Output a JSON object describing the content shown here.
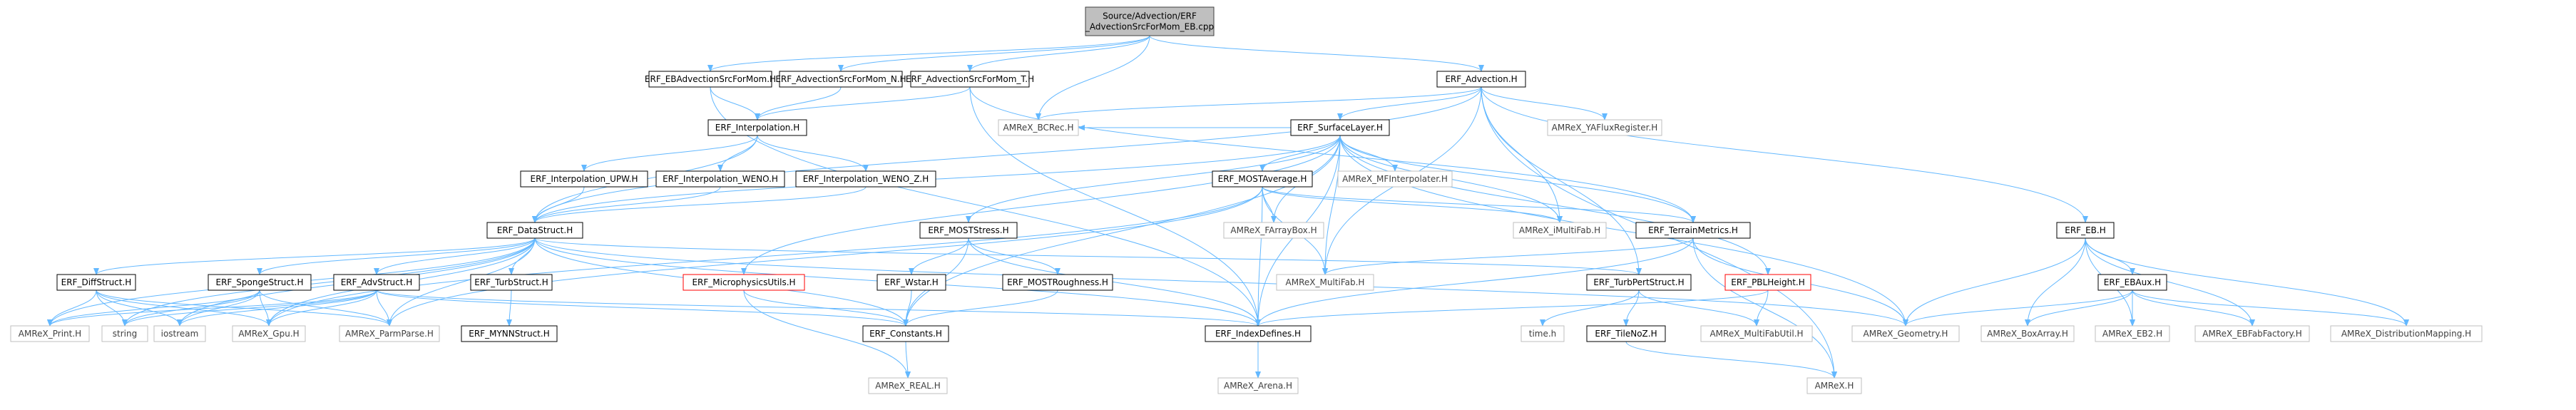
{
  "nodes": [
    {
      "id": "root",
      "label": "Source/Advection/ERF\n_AdvectionSrcForMom_EB.cpp",
      "style": "root"
    },
    {
      "id": "ebsrc",
      "label": "ERF_EBAdvectionSrcForMom.H",
      "style": "normal"
    },
    {
      "id": "srcN",
      "label": "ERF_AdvectionSrcForMom_N.H",
      "style": "normal"
    },
    {
      "id": "srcT",
      "label": "ERF_AdvectionSrcForMom_T.H",
      "style": "normal"
    },
    {
      "id": "adv",
      "label": "ERF_Advection.H",
      "style": "normal"
    },
    {
      "id": "interp",
      "label": "ERF_Interpolation.H",
      "style": "normal"
    },
    {
      "id": "bcrec",
      "label": "AMReX_BCRec.H",
      "style": "gray"
    },
    {
      "id": "surf",
      "label": "ERF_SurfaceLayer.H",
      "style": "normal"
    },
    {
      "id": "yaflux",
      "label": "AMReX_YAFluxRegister.H",
      "style": "gray"
    },
    {
      "id": "upw",
      "label": "ERF_Interpolation_UPW.H",
      "style": "normal"
    },
    {
      "id": "weno",
      "label": "ERF_Interpolation_WENO.H",
      "style": "normal"
    },
    {
      "id": "wenoz",
      "label": "ERF_Interpolation_WENO_Z.H",
      "style": "normal"
    },
    {
      "id": "mostavg",
      "label": "ERF_MOSTAverage.H",
      "style": "normal"
    },
    {
      "id": "mfinterp",
      "label": "AMReX_MFInterpolater.H",
      "style": "gray"
    },
    {
      "id": "eb",
      "label": "ERF_EB.H",
      "style": "normal"
    },
    {
      "id": "datastruct",
      "label": "ERF_DataStruct.H",
      "style": "normal"
    },
    {
      "id": "farray",
      "label": "AMReX_FArrayBox.H",
      "style": "gray"
    },
    {
      "id": "imf",
      "label": "AMReX_iMultiFab.H",
      "style": "gray"
    },
    {
      "id": "terrain",
      "label": "ERF_TerrainMetrics.H",
      "style": "normal"
    },
    {
      "id": "moststress",
      "label": "ERF_MOSTStress.H",
      "style": "normal"
    },
    {
      "id": "diff",
      "label": "ERF_DiffStruct.H",
      "style": "normal"
    },
    {
      "id": "sponge",
      "label": "ERF_SpongeStruct.H",
      "style": "normal"
    },
    {
      "id": "advs",
      "label": "ERF_AdvStruct.H",
      "style": "normal"
    },
    {
      "id": "turbs",
      "label": "ERF_TurbStruct.H",
      "style": "normal"
    },
    {
      "id": "micro",
      "label": "ERF_MicrophysicsUtils.H",
      "style": "red"
    },
    {
      "id": "wstar",
      "label": "ERF_Wstar.H",
      "style": "normal"
    },
    {
      "id": "mostrough",
      "label": "ERF_MOSTRoughness.H",
      "style": "normal"
    },
    {
      "id": "multifab",
      "label": "AMReX_MultiFab.H",
      "style": "gray"
    },
    {
      "id": "turbpert",
      "label": "ERF_TurbPertStruct.H",
      "style": "normal"
    },
    {
      "id": "pbl",
      "label": "ERF_PBLHeight.H",
      "style": "red"
    },
    {
      "id": "ebaux",
      "label": "ERF_EBAux.H",
      "style": "normal"
    },
    {
      "id": "print",
      "label": "AMReX_Print.H",
      "style": "gray"
    },
    {
      "id": "string",
      "label": "string",
      "style": "gray"
    },
    {
      "id": "iostream",
      "label": "iostream",
      "style": "gray"
    },
    {
      "id": "gpu",
      "label": "AMReX_Gpu.H",
      "style": "gray"
    },
    {
      "id": "parmparse",
      "label": "AMReX_ParmParse.H",
      "style": "gray"
    },
    {
      "id": "mynn",
      "label": "ERF_MYNNStruct.H",
      "style": "normal"
    },
    {
      "id": "constants",
      "label": "ERF_Constants.H",
      "style": "normal"
    },
    {
      "id": "index",
      "label": "ERF_IndexDefines.H",
      "style": "normal"
    },
    {
      "id": "timeh",
      "label": "time.h",
      "style": "gray"
    },
    {
      "id": "tilenoz",
      "label": "ERF_TileNoZ.H",
      "style": "normal"
    },
    {
      "id": "mfutil",
      "label": "AMReX_MultiFabUtil.H",
      "style": "gray"
    },
    {
      "id": "geometry",
      "label": "AMReX_Geometry.H",
      "style": "gray"
    },
    {
      "id": "boxarray",
      "label": "AMReX_BoxArray.H",
      "style": "gray"
    },
    {
      "id": "eb2",
      "label": "AMReX_EB2.H",
      "style": "gray"
    },
    {
      "id": "ebfab",
      "label": "AMReX_EBFabFactory.H",
      "style": "gray"
    },
    {
      "id": "distmap",
      "label": "AMReX_DistributionMapping.H",
      "style": "gray"
    },
    {
      "id": "real",
      "label": "AMReX_REAL.H",
      "style": "gray"
    },
    {
      "id": "arena",
      "label": "AMReX_Arena.H",
      "style": "gray"
    },
    {
      "id": "amrex",
      "label": "AMReX.H",
      "style": "gray"
    }
  ],
  "edges": [
    [
      "root",
      "ebsrc"
    ],
    [
      "root",
      "srcN"
    ],
    [
      "root",
      "srcT"
    ],
    [
      "root",
      "adv"
    ],
    [
      "root",
      "bcrec"
    ],
    [
      "ebsrc",
      "interp"
    ],
    [
      "ebsrc",
      "index"
    ],
    [
      "srcN",
      "interp"
    ],
    [
      "srcT",
      "interp"
    ],
    [
      "srcT",
      "terrain"
    ],
    [
      "srcT",
      "index"
    ],
    [
      "adv",
      "bcrec"
    ],
    [
      "adv",
      "surf"
    ],
    [
      "adv",
      "yaflux"
    ],
    [
      "adv",
      "eb"
    ],
    [
      "adv",
      "datastruct"
    ],
    [
      "adv",
      "imf"
    ],
    [
      "adv",
      "multifab"
    ],
    [
      "adv",
      "turbpert"
    ],
    [
      "adv",
      "amrex"
    ],
    [
      "interp",
      "upw"
    ],
    [
      "interp",
      "weno"
    ],
    [
      "interp",
      "wenoz"
    ],
    [
      "interp",
      "datastruct"
    ],
    [
      "upw",
      "datastruct"
    ],
    [
      "weno",
      "datastruct"
    ],
    [
      "wenoz",
      "datastruct"
    ],
    [
      "surf",
      "bcrec"
    ],
    [
      "surf",
      "mfinterp"
    ],
    [
      "surf",
      "mostavg"
    ],
    [
      "surf",
      "datastruct"
    ],
    [
      "surf",
      "farray"
    ],
    [
      "surf",
      "imf"
    ],
    [
      "surf",
      "terrain"
    ],
    [
      "surf",
      "moststress"
    ],
    [
      "surf",
      "micro"
    ],
    [
      "surf",
      "multifab"
    ],
    [
      "surf",
      "pbl"
    ],
    [
      "surf",
      "constants"
    ],
    [
      "surf",
      "index"
    ],
    [
      "surf",
      "geometry"
    ],
    [
      "mostavg",
      "farray"
    ],
    [
      "mostavg",
      "imf"
    ],
    [
      "mostavg",
      "terrain"
    ],
    [
      "mostavg",
      "multifab"
    ],
    [
      "mostavg",
      "index"
    ],
    [
      "mostavg",
      "parmparse"
    ],
    [
      "mostavg",
      "gpu"
    ],
    [
      "eb",
      "ebaux"
    ],
    [
      "eb",
      "geometry"
    ],
    [
      "eb",
      "boxarray"
    ],
    [
      "eb",
      "eb2"
    ],
    [
      "eb",
      "ebfab"
    ],
    [
      "eb",
      "distmap"
    ],
    [
      "ebaux",
      "geometry"
    ],
    [
      "ebaux",
      "boxarray"
    ],
    [
      "ebaux",
      "eb2"
    ],
    [
      "ebaux",
      "ebfab"
    ],
    [
      "ebaux",
      "distmap"
    ],
    [
      "datastruct",
      "diff"
    ],
    [
      "datastruct",
      "sponge"
    ],
    [
      "datastruct",
      "advs"
    ],
    [
      "datastruct",
      "turbs"
    ],
    [
      "datastruct",
      "print"
    ],
    [
      "datastruct",
      "string"
    ],
    [
      "datastruct",
      "iostream"
    ],
    [
      "datastruct",
      "gpu"
    ],
    [
      "datastruct",
      "parmparse"
    ],
    [
      "datastruct",
      "constants"
    ],
    [
      "datastruct",
      "index"
    ],
    [
      "datastruct",
      "turbpert"
    ],
    [
      "datastruct",
      "geometry"
    ],
    [
      "diff",
      "print"
    ],
    [
      "diff",
      "string"
    ],
    [
      "diff",
      "iostream"
    ],
    [
      "diff",
      "gpu"
    ],
    [
      "diff",
      "parmparse"
    ],
    [
      "sponge",
      "print"
    ],
    [
      "sponge",
      "string"
    ],
    [
      "sponge",
      "iostream"
    ],
    [
      "sponge",
      "gpu"
    ],
    [
      "sponge",
      "parmparse"
    ],
    [
      "advs",
      "print"
    ],
    [
      "advs",
      "string"
    ],
    [
      "advs",
      "iostream"
    ],
    [
      "advs",
      "gpu"
    ],
    [
      "advs",
      "parmparse"
    ],
    [
      "advs",
      "constants"
    ],
    [
      "advs",
      "index"
    ],
    [
      "turbs",
      "mynn"
    ],
    [
      "terrain",
      "index"
    ],
    [
      "terrain",
      "multifab"
    ],
    [
      "terrain",
      "geometry"
    ],
    [
      "terrain",
      "amrex"
    ],
    [
      "moststress",
      "wstar"
    ],
    [
      "moststress",
      "mostrough"
    ],
    [
      "moststress",
      "constants"
    ],
    [
      "moststress",
      "index"
    ],
    [
      "wstar",
      "constants"
    ],
    [
      "mostrough",
      "constants"
    ],
    [
      "micro",
      "constants"
    ],
    [
      "micro",
      "real"
    ],
    [
      "constants",
      "real"
    ],
    [
      "index",
      "arena"
    ],
    [
      "turbpert",
      "timeh"
    ],
    [
      "turbpert",
      "tilenoz"
    ],
    [
      "turbpert",
      "mfutil"
    ],
    [
      "pbl",
      "mfutil"
    ],
    [
      "pbl",
      "index"
    ],
    [
      "tilenoz",
      "amrex"
    ]
  ],
  "colors": {
    "edge": "#63b8ff",
    "normal_border": "#000000",
    "gray_border": "#bfbfbf",
    "red_border": "#ff0000",
    "root_fill": "#bfbfbf",
    "text_normal": "#000000",
    "text_gray": "#404040"
  }
}
